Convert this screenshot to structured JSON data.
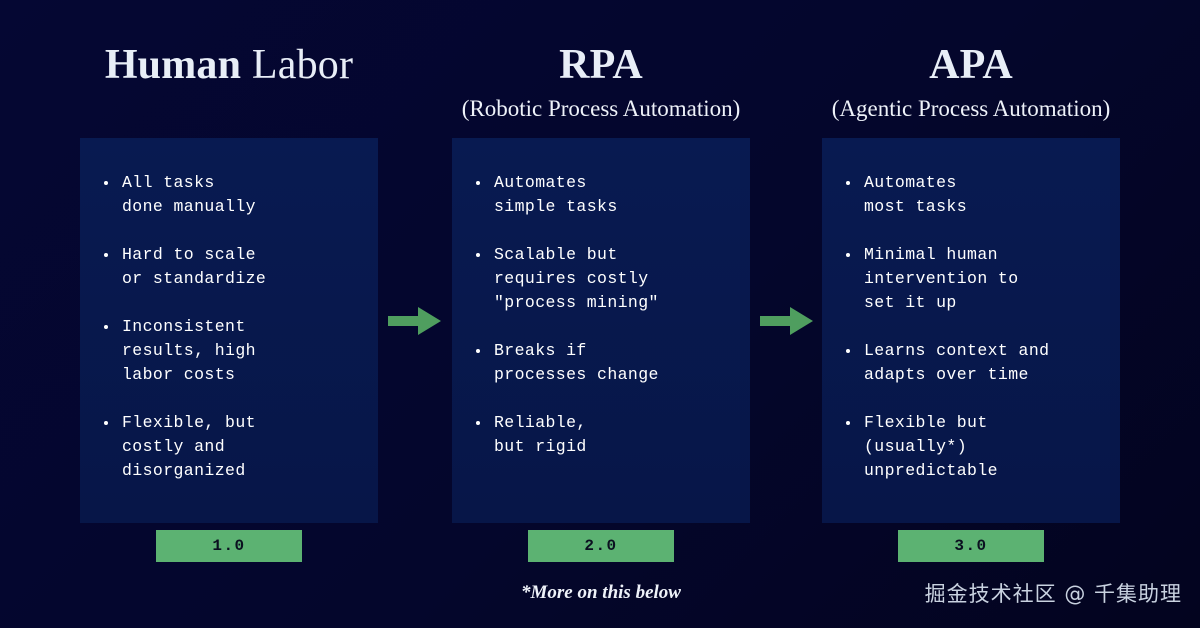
{
  "theme": {
    "page_bg": "#04062c",
    "card_bg": "#081a4f",
    "accent_green": "#5cb272",
    "text_primary": "#ffffff",
    "heading_color": "#e8eef7",
    "badge_text": "#0b1020"
  },
  "columns": [
    {
      "title_strong": "Human",
      "title_light": " Labor",
      "subtitle": "",
      "bullets": [
        "All tasks\ndone manually",
        "Hard to scale\nor standardize",
        "Inconsistent\nresults, high\nlabor costs",
        "Flexible, but\ncostly and\ndisorganized"
      ],
      "badge": "1.0"
    },
    {
      "title_strong": "RPA",
      "title_light": "",
      "subtitle": "(Robotic Process Automation)",
      "bullets": [
        "Automates\nsimple tasks",
        "Scalable but\nrequires costly\n\"process mining\"",
        "Breaks if\nprocesses change",
        "Reliable,\nbut rigid"
      ],
      "badge": "2.0"
    },
    {
      "title_strong": "APA",
      "title_light": "",
      "subtitle": "(Agentic Process Automation)",
      "bullets": [
        "Automates\nmost tasks",
        "Minimal human\nintervention to\nset it up",
        "Learns context and\nadapts over time",
        "Flexible but\n(usually*)\nunpredictable"
      ],
      "badge": "3.0"
    }
  ],
  "arrows": [
    {
      "name": "arrow-right-icon-1"
    },
    {
      "name": "arrow-right-icon-2"
    }
  ],
  "footnote": "*More on this below",
  "watermark": "掘金技术社区 @ 千集助理"
}
